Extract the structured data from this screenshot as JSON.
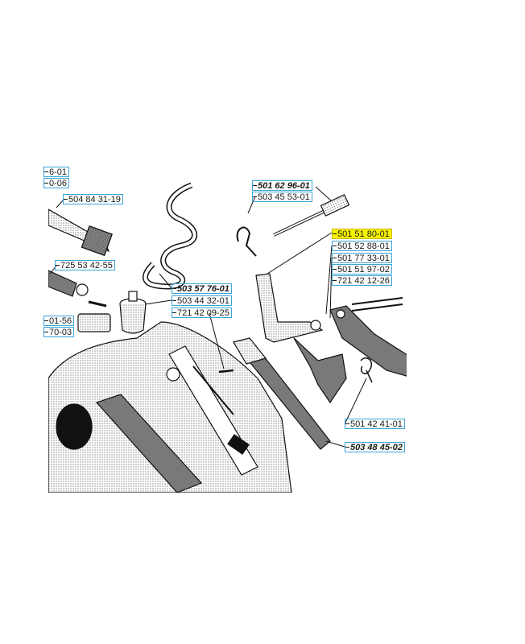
{
  "highlight_color": "#f7f200",
  "label_border_color": "#3aa5d8",
  "part_numbers": [
    {
      "id": "p1",
      "text": "6-01",
      "bold": false,
      "highlight": false
    },
    {
      "id": "p2",
      "text": "0-06",
      "bold": false,
      "highlight": false
    },
    {
      "id": "p3",
      "text": "504 84 31-19",
      "bold": false,
      "highlight": false
    },
    {
      "id": "p4",
      "text": "725 53 42-55",
      "bold": false,
      "highlight": false
    },
    {
      "id": "p5",
      "text": "01-56",
      "bold": false,
      "highlight": false
    },
    {
      "id": "p6",
      "text": "70-03",
      "bold": false,
      "highlight": false
    },
    {
      "id": "p7",
      "text": "501 62 96-01",
      "bold": true,
      "highlight": false
    },
    {
      "id": "p8",
      "text": "503 45 53-01",
      "bold": false,
      "highlight": false
    },
    {
      "id": "p9",
      "text": "503 57 76-01",
      "bold": true,
      "highlight": false
    },
    {
      "id": "p10",
      "text": "503 44 32-01",
      "bold": false,
      "highlight": false
    },
    {
      "id": "p11",
      "text": "721 42 09-25",
      "bold": false,
      "highlight": false
    },
    {
      "id": "p12",
      "text": "501 51 80-01",
      "bold": false,
      "highlight": true
    },
    {
      "id": "p13",
      "text": "501 52 88-01",
      "bold": false,
      "highlight": false
    },
    {
      "id": "p14",
      "text": "501 77 33-01",
      "bold": false,
      "highlight": false
    },
    {
      "id": "p15",
      "text": "501 51 97-02",
      "bold": false,
      "highlight": false
    },
    {
      "id": "p16",
      "text": "721 42 12-26",
      "bold": false,
      "highlight": false
    },
    {
      "id": "p17",
      "text": "501 42 41-01",
      "bold": false,
      "highlight": false
    },
    {
      "id": "p18",
      "text": "503 48 45-02",
      "bold": true,
      "highlight": false
    }
  ]
}
